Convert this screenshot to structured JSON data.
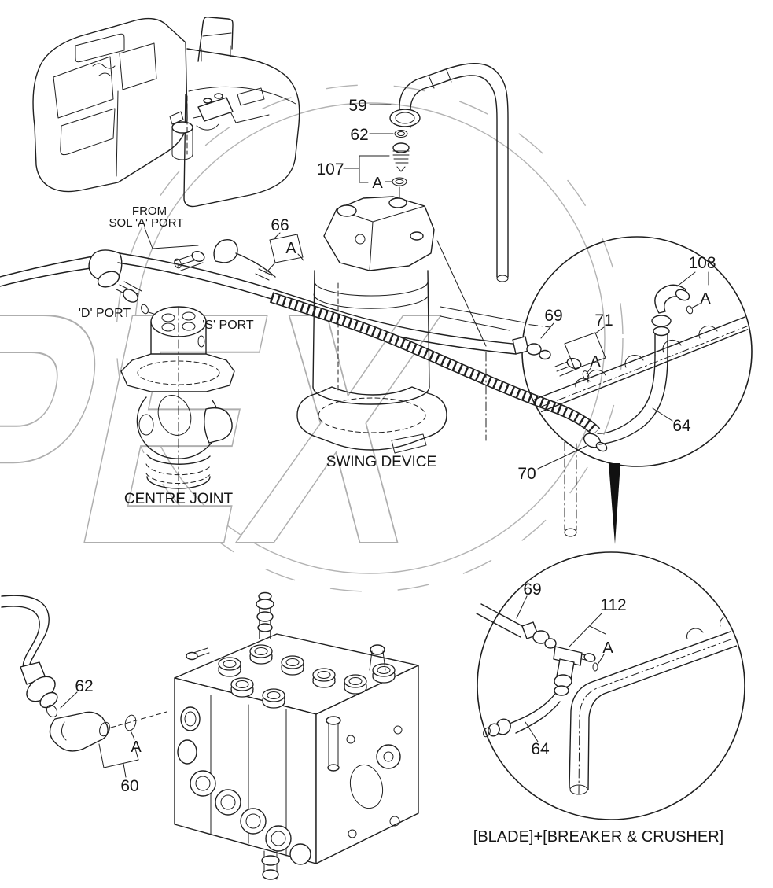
{
  "diagram": {
    "type": "hydraulic-parts-diagram",
    "watermark": {
      "text": "OPEX",
      "color": "#b3b3b3"
    },
    "colors": {
      "line": "#1f1f1f",
      "background": "#ffffff",
      "watermark": "#b3b3b3"
    },
    "captions": {
      "from_line1": "FROM",
      "from_line2": "SOL 'A' PORT",
      "d_port": "'D' PORT",
      "s_port": "'S' PORT",
      "swing_device": "SWING DEVICE",
      "centre_joint": "CENTRE JOINT",
      "config": "[BLADE]+[BREAKER & CRUSHER]"
    },
    "callouts": {
      "c59": "59",
      "c62_top": "62",
      "c107": "107",
      "c107_a": "A",
      "c66": "66",
      "c66_a": "A",
      "c69_top": "69",
      "c71": "71",
      "c71_a": "A",
      "c108": "108",
      "c108_a": "A",
      "c64_top": "64",
      "c70": "70",
      "c62_bottom": "62",
      "c60_a": "A",
      "c60": "60",
      "c69_bottom": "69",
      "c112": "112",
      "c112_a": "A",
      "c64_bottom": "64"
    }
  }
}
